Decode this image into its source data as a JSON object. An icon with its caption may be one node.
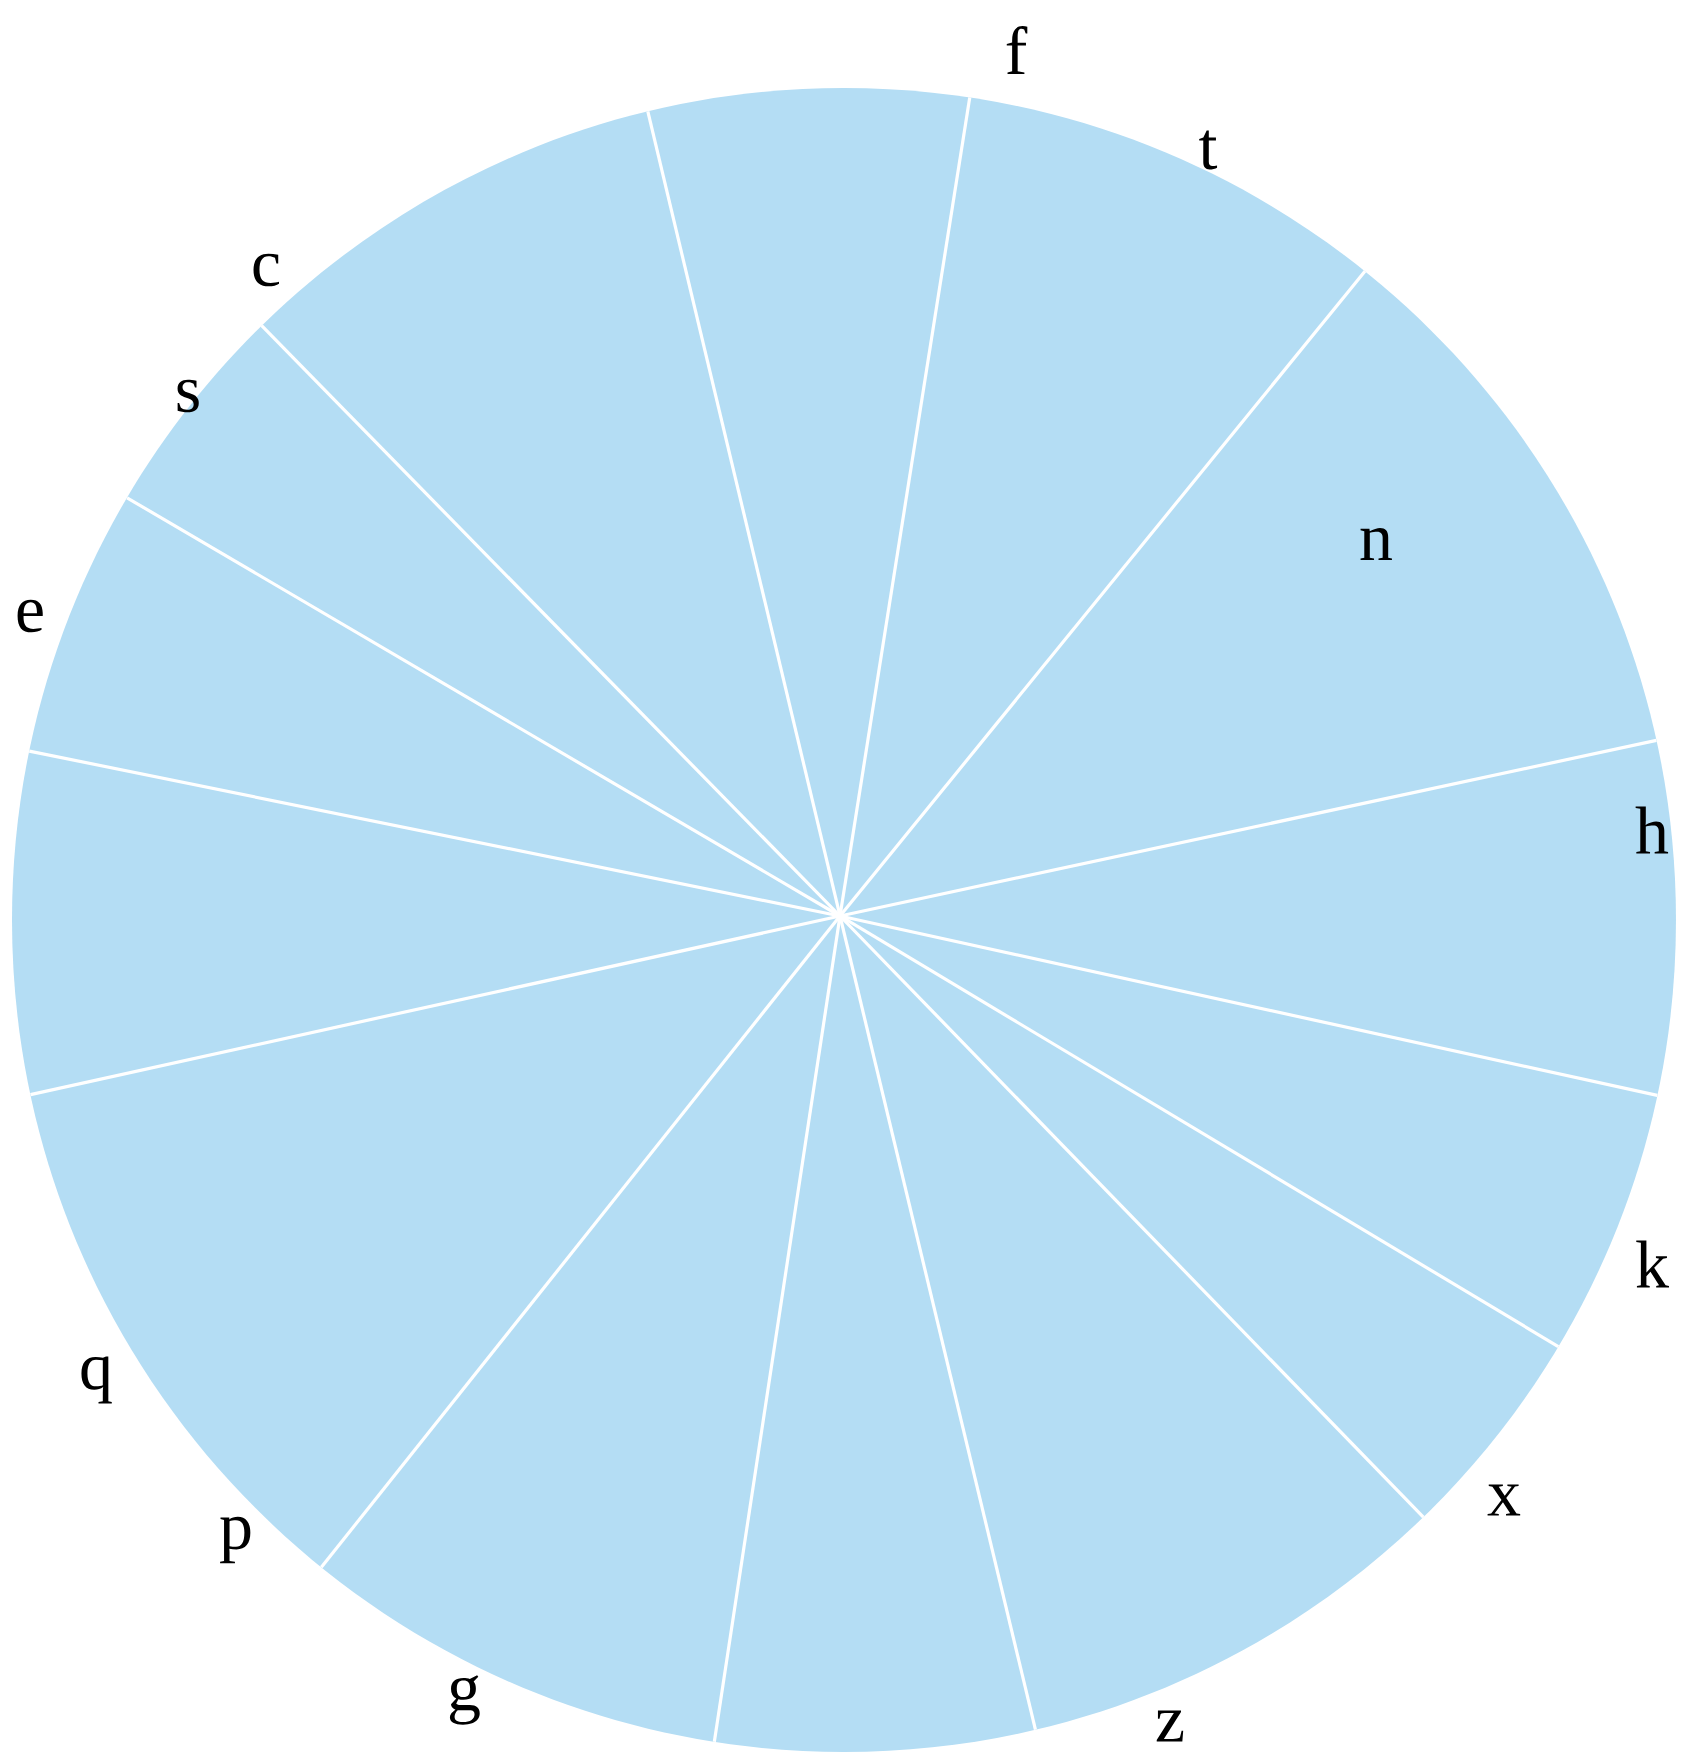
{
  "diagram": {
    "labels": [
      "f",
      "t",
      "c",
      "s",
      "n",
      "e",
      "h",
      "k",
      "q",
      "x",
      "p",
      "g",
      "z"
    ]
  }
}
